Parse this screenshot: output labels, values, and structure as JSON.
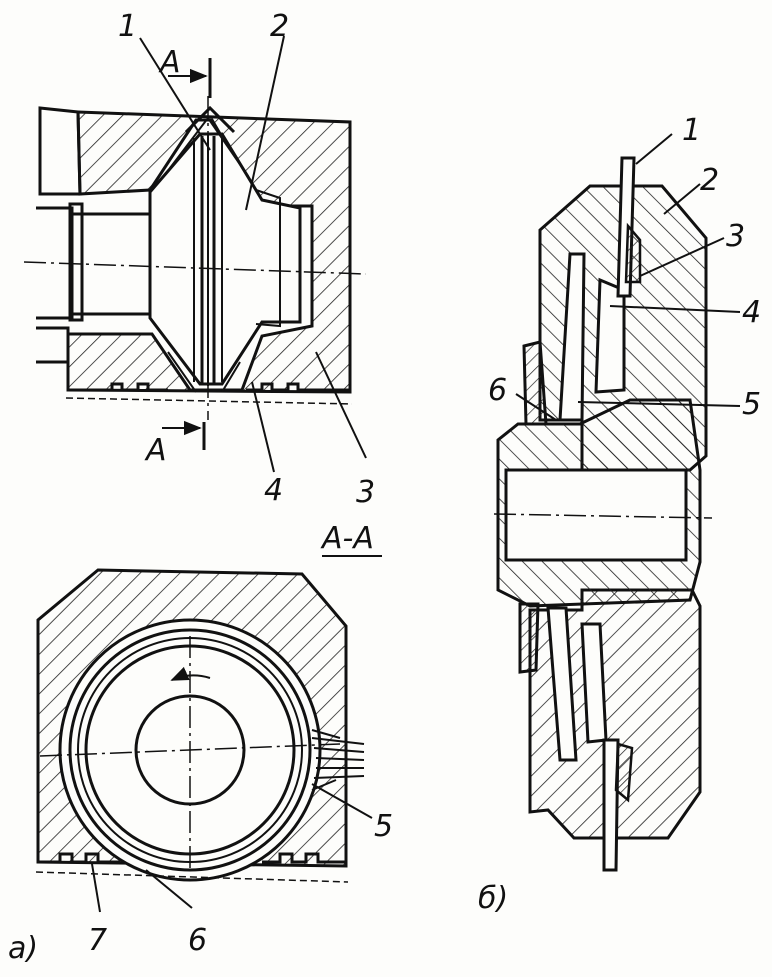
{
  "figure": {
    "labels": {
      "a": {
        "n1": "1",
        "n2": "2",
        "n3": "3",
        "n4": "4",
        "n5": "5",
        "n6": "6",
        "n7": "7",
        "sectionTop": "A",
        "sectionBottom": "A",
        "sectionTitle": "A-A",
        "caption": "а)"
      },
      "b": {
        "n1": "1",
        "n2": "2",
        "n3": "3",
        "n4": "4",
        "n5": "5",
        "n6": "6",
        "caption": "б)"
      }
    }
  }
}
